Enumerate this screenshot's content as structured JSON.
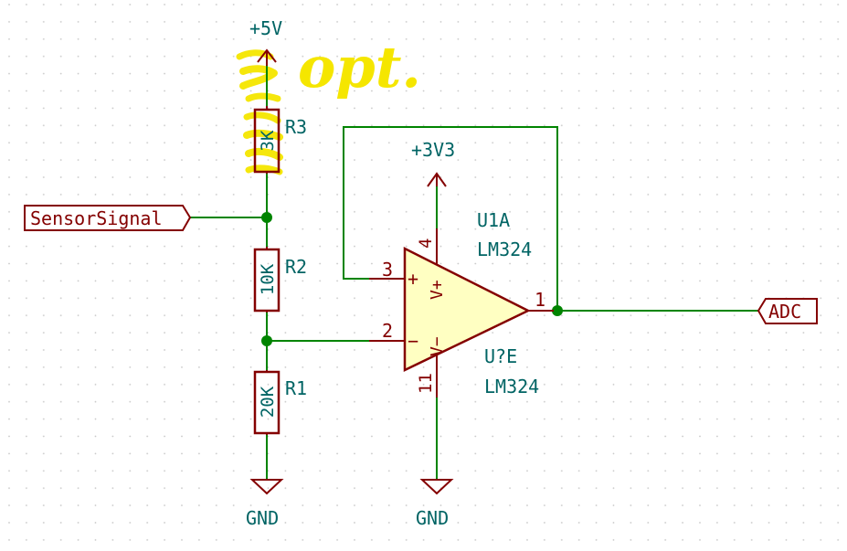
{
  "colors": {
    "background": "#ffffff",
    "grid": "#c8c8c8",
    "wire": "#008400",
    "component": "#840000",
    "component_fill": "#ffffc2",
    "pin_number": "#840000",
    "ref_text": "#006464",
    "power_text": "#006464",
    "label_text": "#840000",
    "highlighter": "#f5e600"
  },
  "power": {
    "vcc": "+5V",
    "vcc3": "+3V3",
    "gnd_left": "GND",
    "gnd_right": "GND"
  },
  "labels": {
    "sensor": "SensorSignal",
    "adc": "ADC"
  },
  "resistors": {
    "r3": {
      "ref": "R3",
      "value": "3K"
    },
    "r2": {
      "ref": "R2",
      "value": "10K"
    },
    "r1": {
      "ref": "R1",
      "value": "20K"
    }
  },
  "opamp": {
    "unit_ref": "U1A",
    "unit_value": "LM324",
    "power_ref": "U?E",
    "power_value": "LM324",
    "pin_in_plus": "3",
    "pin_in_minus": "2",
    "pin_out": "1",
    "pin_vplus": "4",
    "pin_vminus": "11",
    "sym_plus": "+",
    "sym_minus": "−",
    "sym_vplus": "V+",
    "sym_vminus": "V−"
  },
  "annotation": {
    "handwritten": "opt."
  }
}
